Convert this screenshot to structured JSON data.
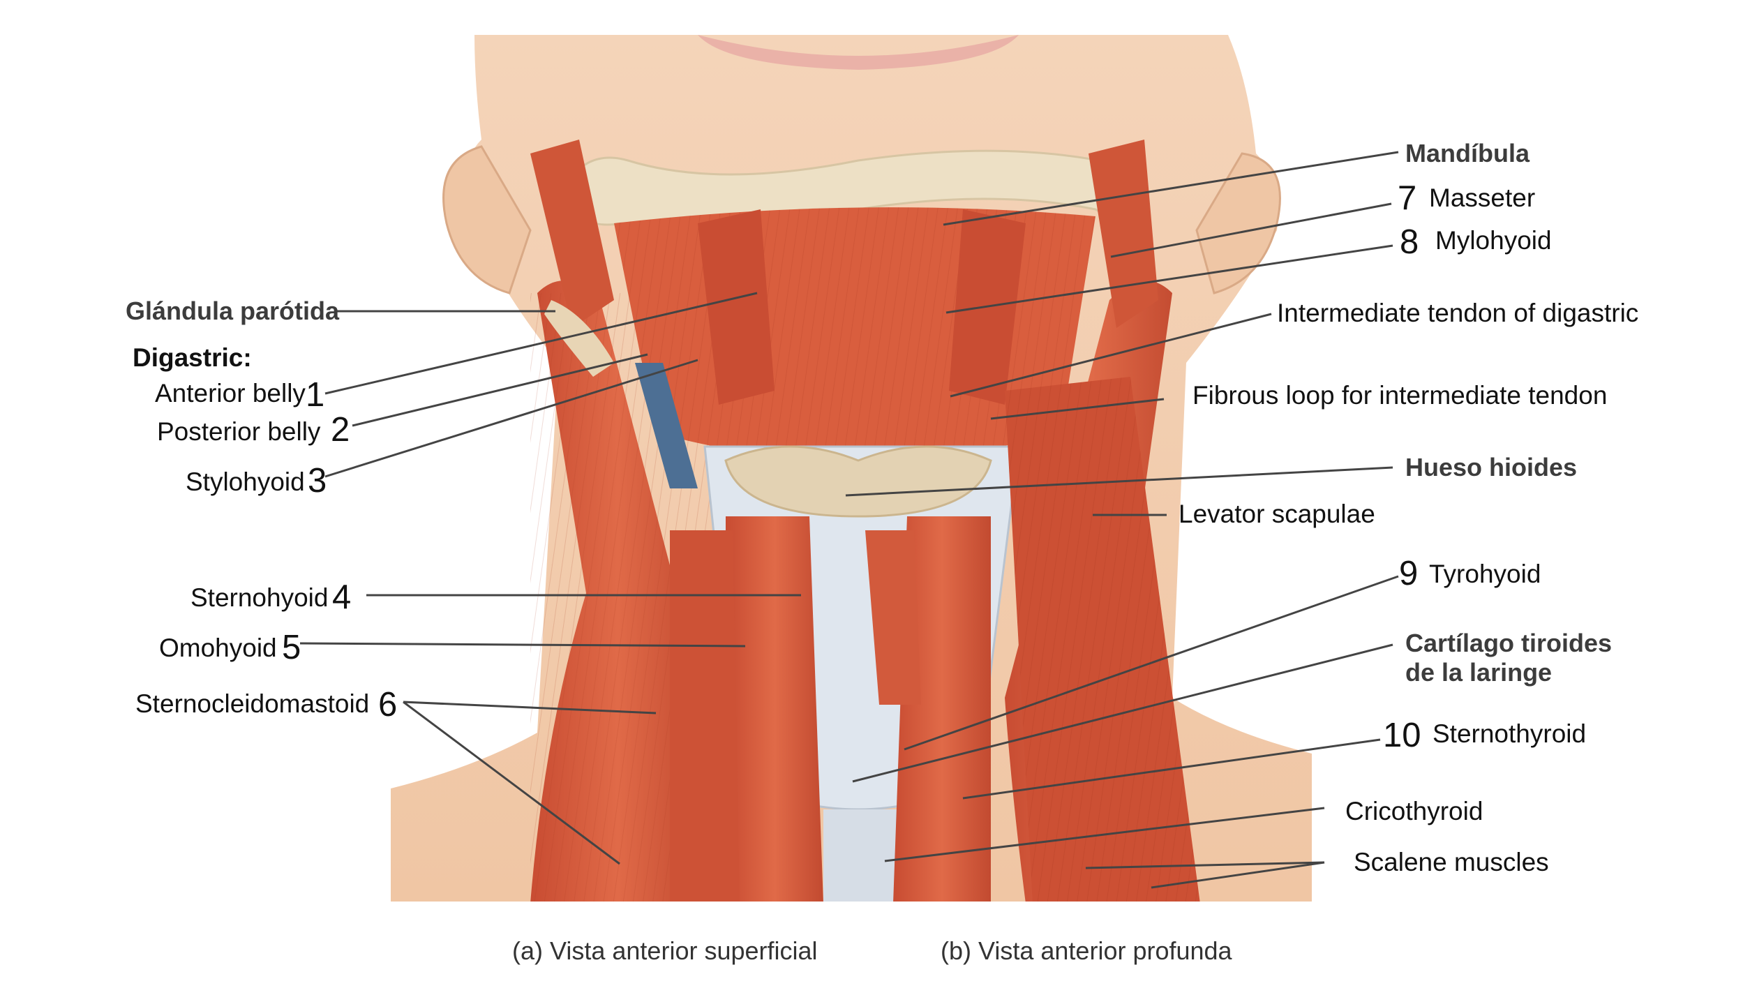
{
  "diagram": {
    "heading": "Digastric:",
    "labels": {
      "glandula": "Glándula parótida",
      "anterior_belly": "Anterior belly",
      "posterior_belly": "Posterior belly",
      "stylohyoid": "Stylohyoid",
      "sternohyoid": "Sternohyoid",
      "omohyoid": "Omohyoid",
      "scm": "Sternocleidomastoid",
      "mandibula": "Mandíbula",
      "masseter": "Masseter",
      "mylohyoid": "Mylohyoid",
      "int_tendon": "Intermediate tendon of digastric",
      "fibrous_loop": "Fibrous loop for intermediate tendon",
      "hueso": "Hueso hioides",
      "levator": "Levator scapulae",
      "tyrohyoid": "Tyrohyoid",
      "cartilago_1": "Cartílago tiroides",
      "cartilago_2": "de la laringe",
      "sternothyroid": "Sternothyroid",
      "cricothyroid": "Cricothyroid",
      "scalene": "Scalene muscles"
    },
    "numbers": {
      "n1": "1",
      "n2": "2",
      "n3": "3",
      "n4": "4",
      "n5": "5",
      "n6": "6",
      "n7": "7",
      "n8": "8",
      "n9": "9",
      "n10": "10"
    },
    "captions": {
      "a": "(a) Vista anterior superficial",
      "b": "(b) Vista anterior profunda"
    },
    "colors": {
      "skin": "#f2c9a8",
      "muscle": "#d85a3a",
      "muscle_dark": "#b8412a",
      "bone": "#efe2c8",
      "cartilage": "#dfe6ee",
      "leader_line": "#444444"
    }
  }
}
